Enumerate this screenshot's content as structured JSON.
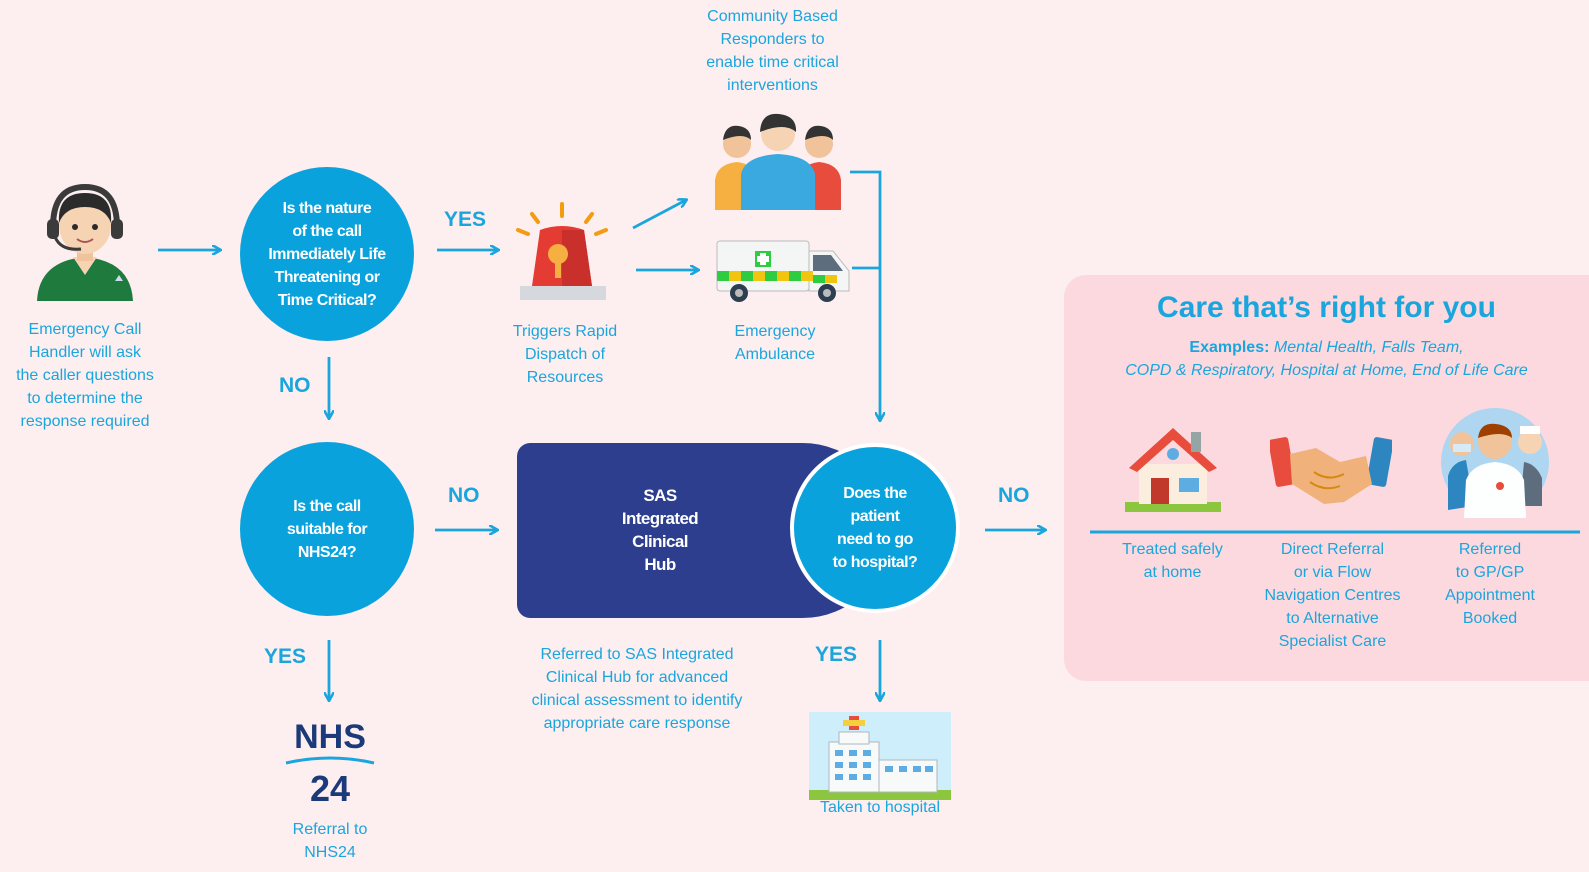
{
  "colors": {
    "background": "#fdeef0",
    "accent_blue": "#0aa2dc",
    "hub_navy": "#2d3e8f",
    "care_panel": "#fbd9df",
    "text_blue": "#1aa6dd"
  },
  "call_handler": {
    "icon": "call-handler-icon",
    "caption": [
      "Emergency Call",
      "Handler will ask",
      "the caller questions",
      "to determine the",
      "response required"
    ]
  },
  "question_life_threatening": [
    "Is the nature",
    "of the call",
    "Immediately Life",
    "Threatening or",
    "Time Critical?"
  ],
  "label_yes_1": "YES",
  "label_no_1": "NO",
  "dispatch": {
    "icon": "siren-icon",
    "caption": [
      "Triggers Rapid",
      "Dispatch of",
      "Resources"
    ]
  },
  "responders": {
    "icon": "people-group-icon",
    "caption": [
      "Community Based",
      "Responders to",
      "enable time critical",
      "interventions"
    ]
  },
  "ambulance": {
    "icon": "ambulance-icon",
    "caption": [
      "Emergency",
      "Ambulance"
    ]
  },
  "question_nhs24": [
    "Is the call",
    "suitable for",
    "NHS24?"
  ],
  "label_no_2": "NO",
  "label_yes_2": "YES",
  "nhs24": {
    "logo_top": "NHS",
    "logo_bottom": "24",
    "caption": [
      "Referral to",
      "NHS24"
    ]
  },
  "hub": {
    "title": [
      "SAS",
      "Integrated",
      "Clinical",
      "Hub"
    ],
    "question": [
      "Does the",
      "patient",
      "need to go",
      "to hospital?"
    ],
    "caption": [
      "Referred to SAS Integrated",
      "Clinical Hub for advanced",
      "clinical assessment to identify",
      "appropriate care response"
    ]
  },
  "label_yes_3": "YES",
  "label_no_3": "NO",
  "hospital": {
    "icon": "hospital-building-icon",
    "caption": "Taken to hospital"
  },
  "care": {
    "title": "Care that’s right for you",
    "examples_label": "Examples:",
    "examples_line1": "Mental Health, Falls Team,",
    "examples_line2": "COPD & Respiratory, Hospital at Home, End of Life Care",
    "options": [
      {
        "icon": "house-icon",
        "caption": [
          "Treated safely",
          "at home"
        ]
      },
      {
        "icon": "handshake-icon",
        "caption": [
          "Direct Referral",
          "or via Flow",
          "Navigation Centres",
          "to Alternative",
          "Specialist Care"
        ]
      },
      {
        "icon": "doctors-icon",
        "caption": [
          "Referred",
          "to GP/GP",
          "Appointment",
          "Booked"
        ]
      }
    ]
  }
}
